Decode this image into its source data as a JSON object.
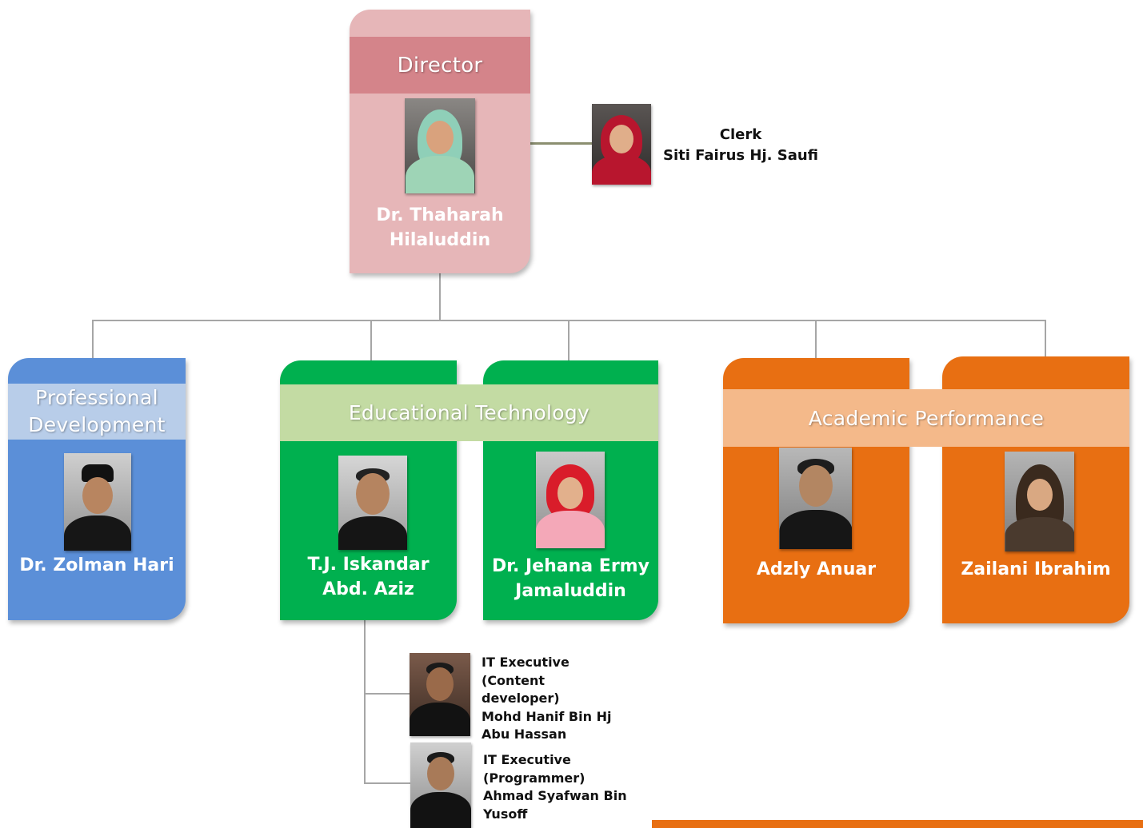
{
  "director": {
    "role": "Director",
    "name_line1": "Dr. Thaharah",
    "name_line2": "Hilaluddin"
  },
  "clerk": {
    "role": "Clerk",
    "name": "Siti Fairus Hj. Saufi"
  },
  "professional_development": {
    "unit_line1": "Professional",
    "unit_line2": "Development",
    "name": "Dr. Zolman Hari"
  },
  "educational_technology": {
    "unit": "Educational Technology",
    "member1_line1": "T.J. Iskandar",
    "member1_line2": "Abd. Aziz",
    "member2_line1": "Dr. Jehana Ermy",
    "member2_line2": "Jamaluddin"
  },
  "academic_performance": {
    "unit": "Academic Performance",
    "member1": "Adzly Anuar",
    "member2": "Zailani Ibrahim"
  },
  "it_staff": [
    {
      "lines": [
        "IT Executive",
        "(Content",
        "developer)",
        "Mohd Hanif Bin Hj",
        "Abu Hassan"
      ]
    },
    {
      "lines": [
        "IT Executive",
        "(Programmer)",
        "Ahmad Syafwan Bin",
        "Yusoff"
      ]
    }
  ],
  "colors": {
    "director_card": "#e6b6b8",
    "director_band": "#d4848a",
    "pd_card": "#5b8fd8",
    "pd_band": "#b8cde9",
    "et_card": "#00b04f",
    "et_band": "#c3dba3",
    "ap_card": "#e86f12",
    "ap_band": "#f4b98a",
    "connector": "#a6a6a6"
  }
}
